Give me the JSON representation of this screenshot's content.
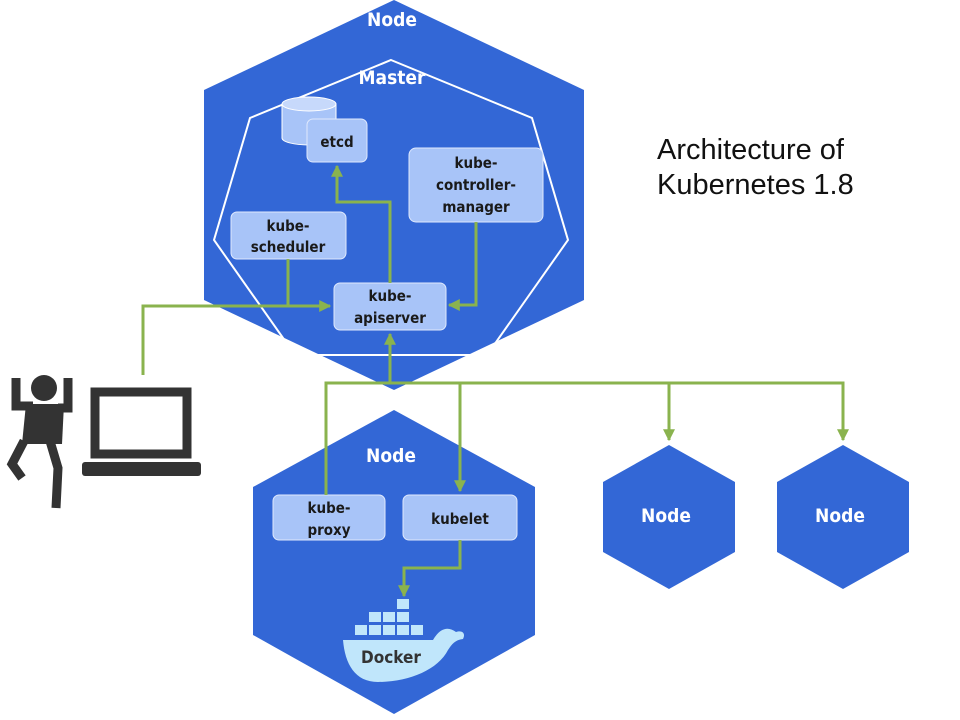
{
  "title": {
    "line1": "Architecture of",
    "line2": "Kubernetes 1.8"
  },
  "master_node": {
    "label": "Node",
    "inner_label": "Master"
  },
  "components": {
    "etcd": "etcd",
    "controller_manager": [
      "kube-",
      "controller-",
      "manager"
    ],
    "scheduler": [
      "kube-",
      "scheduler"
    ],
    "apiserver": [
      "kube-",
      "apiserver"
    ]
  },
  "worker_node": {
    "label": "Node",
    "kube_proxy": [
      "kube-",
      "proxy"
    ],
    "kubelet": "kubelet",
    "docker": "Docker"
  },
  "other_nodes": [
    "Node",
    "Node"
  ],
  "icons": {
    "user": "person-icon",
    "laptop": "laptop-icon",
    "database": "database-icon",
    "docker": "docker-whale-icon"
  },
  "colors": {
    "node_fill": "#3367d6",
    "component_fill": "#a8c4f8",
    "connector": "#8ab34e",
    "docker_whale": "#c0e6fb"
  }
}
